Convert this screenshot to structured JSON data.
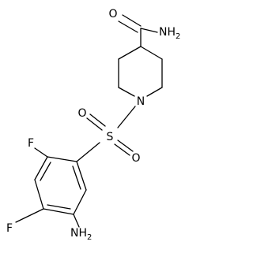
{
  "structure": {
    "atom_labels": {
      "carbonyl_oxygen": "O",
      "amide_nitrogen": "NH",
      "amide_h_count": "2",
      "ring_nitrogen": "N",
      "sulfur": "S",
      "sulfonyl_oxygen_upper": "O",
      "sulfonyl_oxygen_lower": "O",
      "fluorine_upper": "F",
      "fluorine_lower": "F",
      "amine_nitrogen": "NH",
      "amine_h_count": "2"
    },
    "bond_color": "#000000",
    "label_color": "#000000"
  }
}
